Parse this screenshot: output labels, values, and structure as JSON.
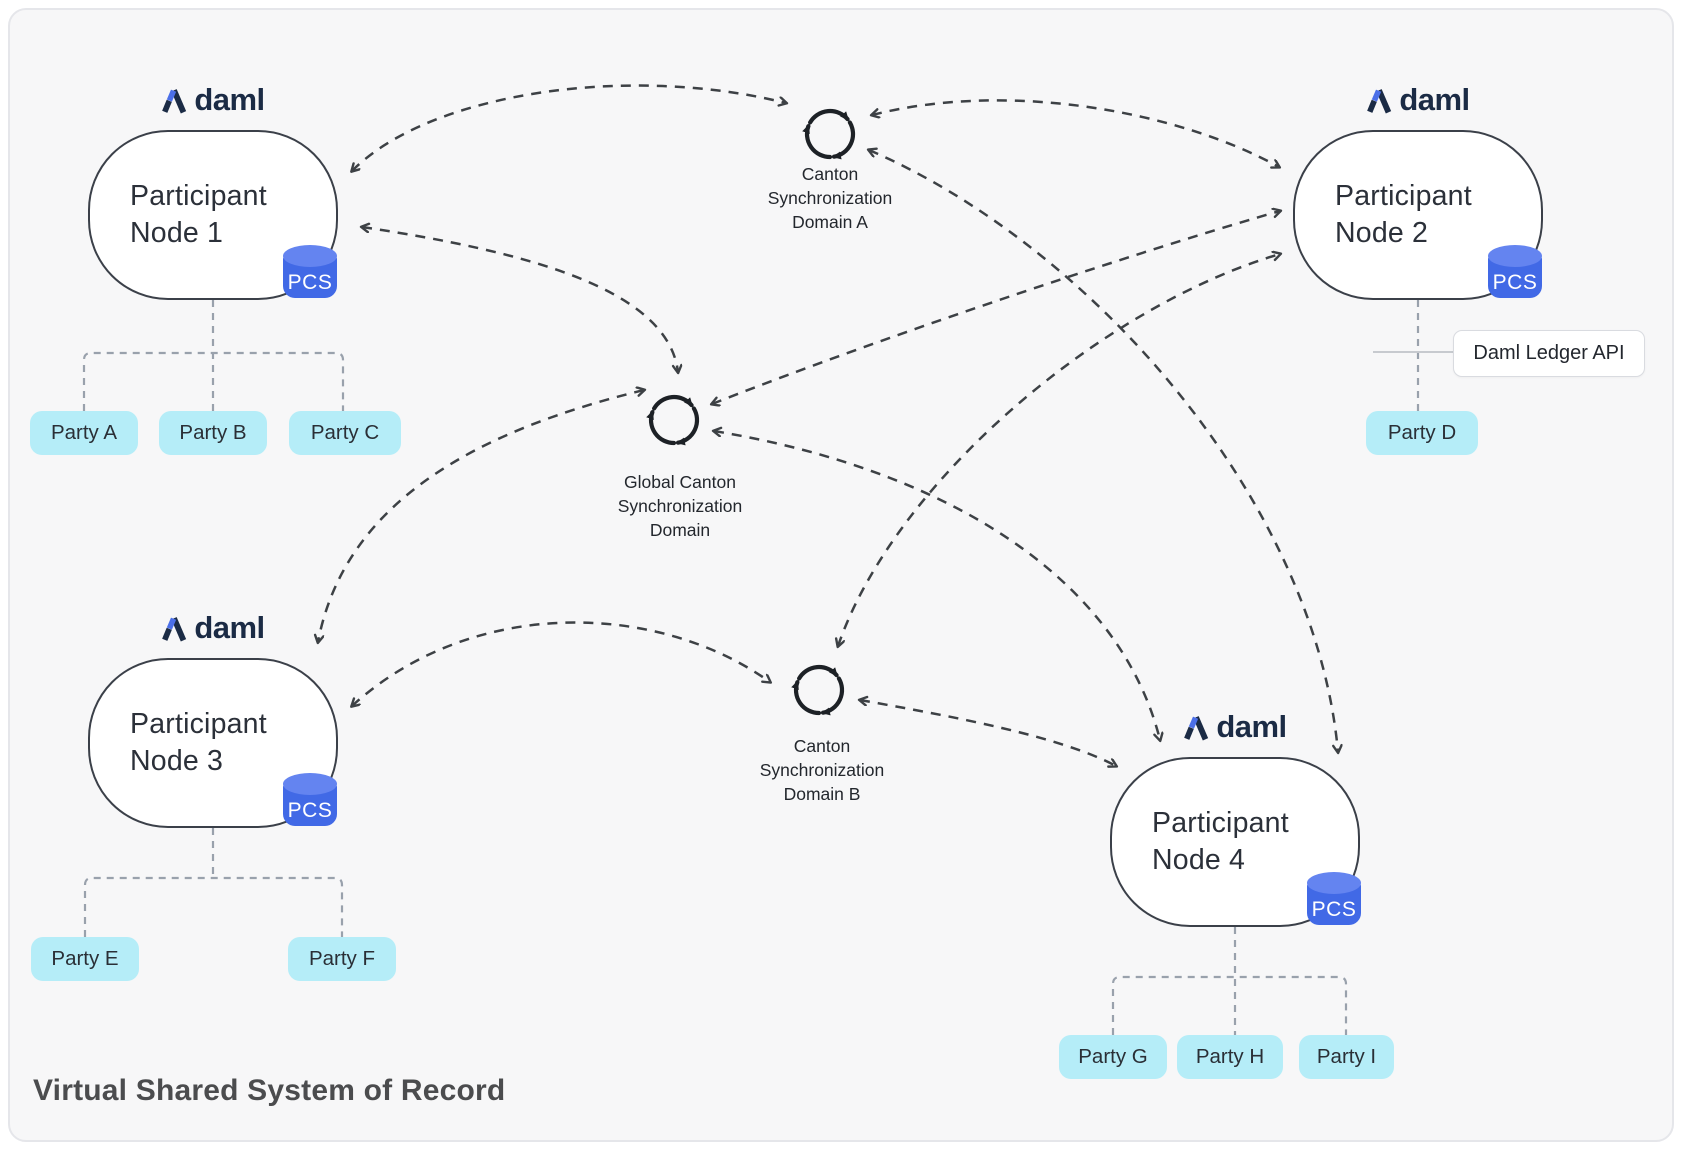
{
  "title": "Virtual Shared System of Record",
  "brand": {
    "logo_text": "daml"
  },
  "badge_label": "PCS",
  "api_box": {
    "label": "Daml Ledger API"
  },
  "nodes": [
    {
      "line1": "Participant",
      "line2": "Node 1"
    },
    {
      "line1": "Participant",
      "line2": "Node 2"
    },
    {
      "line1": "Participant",
      "line2": "Node 3"
    },
    {
      "line1": "Participant",
      "line2": "Node 4"
    }
  ],
  "domains": [
    {
      "lines": [
        "Canton",
        "Synchronization",
        "Domain A"
      ]
    },
    {
      "lines": [
        "Global Canton",
        "Synchronization",
        "Domain"
      ]
    },
    {
      "lines": [
        "Canton",
        "Synchronization",
        "Domain B"
      ]
    }
  ],
  "parties": [
    {
      "label": "Party A"
    },
    {
      "label": "Party B"
    },
    {
      "label": "Party C"
    },
    {
      "label": "Party D"
    },
    {
      "label": "Party E"
    },
    {
      "label": "Party F"
    },
    {
      "label": "Party G"
    },
    {
      "label": "Party H"
    },
    {
      "label": "Party I"
    }
  ],
  "icons": {
    "sync_cycle": "circular-arrows",
    "pcs_badge": "database-cylinder",
    "logo_mark": "lambda"
  },
  "colors": {
    "panel_bg": "#f7f7f8",
    "node_border": "#3b4049",
    "pcs_body": "#4169e6",
    "pcs_top": "#6484f0",
    "party_bg": "#b5edf8",
    "navy": "#1b2b45",
    "logo_blue": "#4b6fe8",
    "arrow": "#3d4145",
    "connector": "#99a1ac"
  }
}
